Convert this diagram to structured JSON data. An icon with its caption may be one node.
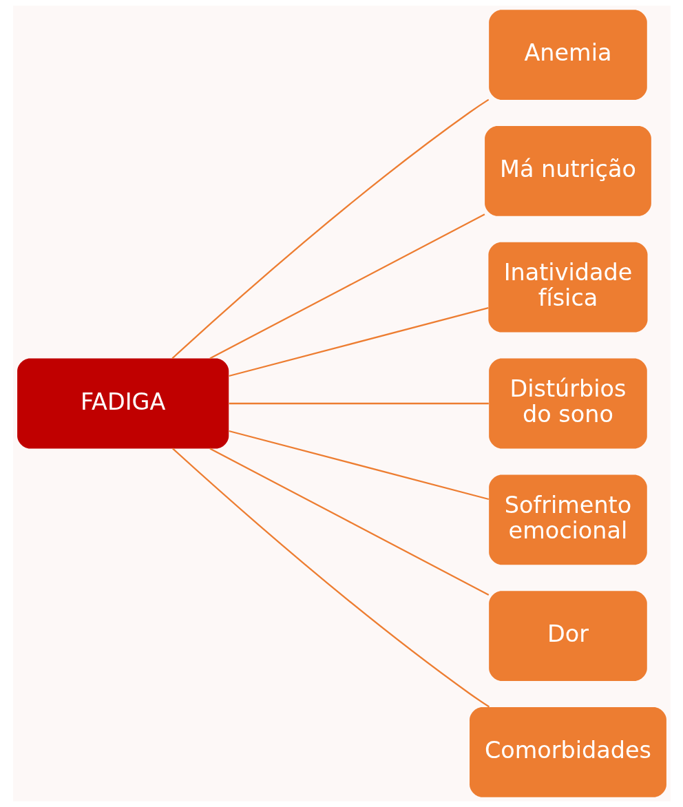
{
  "diagram": {
    "nodes": [
      {
        "text": [
          "FADIGA"
        ]
      },
      {
        "text": [
          "Anemia"
        ]
      },
      {
        "text": [
          "Má nutrição"
        ]
      },
      {
        "text": [
          "Inatividade física"
        ]
      },
      {
        "text": [
          "Distúrbios do sono"
        ]
      },
      {
        "text": [
          "Sofrimento emocional"
        ]
      },
      {
        "text": [
          "Dor"
        ]
      },
      {
        "text": [
          "Comorbidades"
        ]
      }
    ],
    "edges": [
      {
        "from": 0,
        "to": 1,
        "arrow": "none"
      },
      {
        "from": 0,
        "to": 2,
        "arrow": "none"
      },
      {
        "from": 0,
        "to": 3,
        "arrow": "none"
      },
      {
        "from": 0,
        "to": 4,
        "arrow": "none"
      },
      {
        "from": 0,
        "to": 5,
        "arrow": "none"
      },
      {
        "from": 0,
        "to": 6,
        "arrow": "none"
      },
      {
        "from": 0,
        "to": 7,
        "arrow": "none"
      }
    ]
  }
}
